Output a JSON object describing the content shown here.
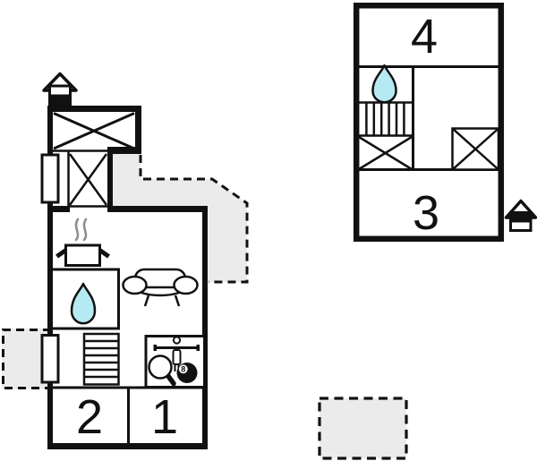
{
  "colors": {
    "wall": "#111111",
    "terrace_fill": "#ebebeb",
    "water_fill": "#b5eaf2",
    "steam": "#8f8f8f",
    "text": "#111111"
  },
  "main_house": {
    "rooms": [
      {
        "label": "1"
      },
      {
        "label": "2"
      }
    ],
    "icons": [
      "entrance-house-icon",
      "window-cross-icon",
      "window-cross-icon",
      "door-marker",
      "door-marker",
      "steam-icon",
      "cooking-pot-icon",
      "water-drop-icon",
      "sofa-icon",
      "staircase-icon",
      "foosball-player-icon",
      "table-tennis-paddle-icon",
      "billiard-eight-ball-icon"
    ],
    "eight_ball_label": "8"
  },
  "annex": {
    "rooms": [
      {
        "label": "3"
      },
      {
        "label": "4"
      }
    ],
    "icons": [
      "water-drop-icon",
      "staircase-icon",
      "window-cross-icon",
      "window-cross-icon",
      "entrance-house-icon"
    ]
  },
  "terraces": [
    {
      "name": "terrace-east"
    },
    {
      "name": "terrace-west"
    },
    {
      "name": "terrace-detached"
    }
  ]
}
